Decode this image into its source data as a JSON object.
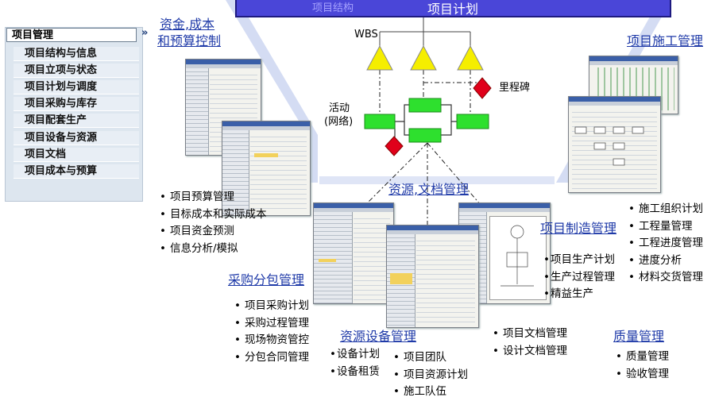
{
  "nav": {
    "title": "项目管理",
    "arrow": "»",
    "items": [
      "项目结构与信息",
      "项目立项与状态",
      "项目计划与调度",
      "项目采购与库存",
      "项目配套生产",
      "项目设备与资源",
      "项目文档",
      "项目成本与预算"
    ]
  },
  "plan_bar": {
    "sub_label": "项目结构",
    "title": "项目计划"
  },
  "structure": {
    "wbs_label": "WBS",
    "milestone_label": "里程碑",
    "activity_label_1": "活动",
    "activity_label_2": "(网络)"
  },
  "sections": {
    "finance": {
      "title_line1": "资金,成本",
      "title_line2": "和预算控制",
      "bullets": [
        "项目预算管理",
        "目标成本和实际成本",
        "项目资金预测",
        "信息分析/模拟"
      ]
    },
    "construction": {
      "title": "项目施工管理",
      "bullets": [
        "施工组织计划",
        "工程量管理",
        "工程进度管理",
        "进度分析",
        "材料交货管理"
      ]
    },
    "resources_docs": {
      "title": "资源,文档管理"
    },
    "manufacturing": {
      "title": "项目制造管理",
      "bullets": [
        "项目生产计划",
        "生产过程管理",
        "精益生产"
      ]
    },
    "procurement": {
      "title": "采购分包管理",
      "bullets": [
        "项目采购计划",
        "采购过程管理",
        "现场物资管控",
        "分包合同管理"
      ]
    },
    "equipment": {
      "title": "资源设备管理",
      "bullets_left": [
        "设备计划",
        "设备租赁"
      ],
      "bullets_right": [
        "项目团队",
        "项目资源计划",
        "施工队伍"
      ]
    },
    "documents": {
      "bullets": [
        "项目文档管理",
        "设计文档管理"
      ]
    },
    "quality": {
      "title": "质量管理",
      "bullets": [
        "质量管理",
        "验收管理"
      ]
    }
  },
  "colors": {
    "plan_bar": "#4a46d8",
    "triangle": "#f5ee00",
    "activity": "#2ee02e",
    "milestone": "#e0001a",
    "link": "#1f3aa8",
    "nav_bg": "#dde6ef"
  }
}
